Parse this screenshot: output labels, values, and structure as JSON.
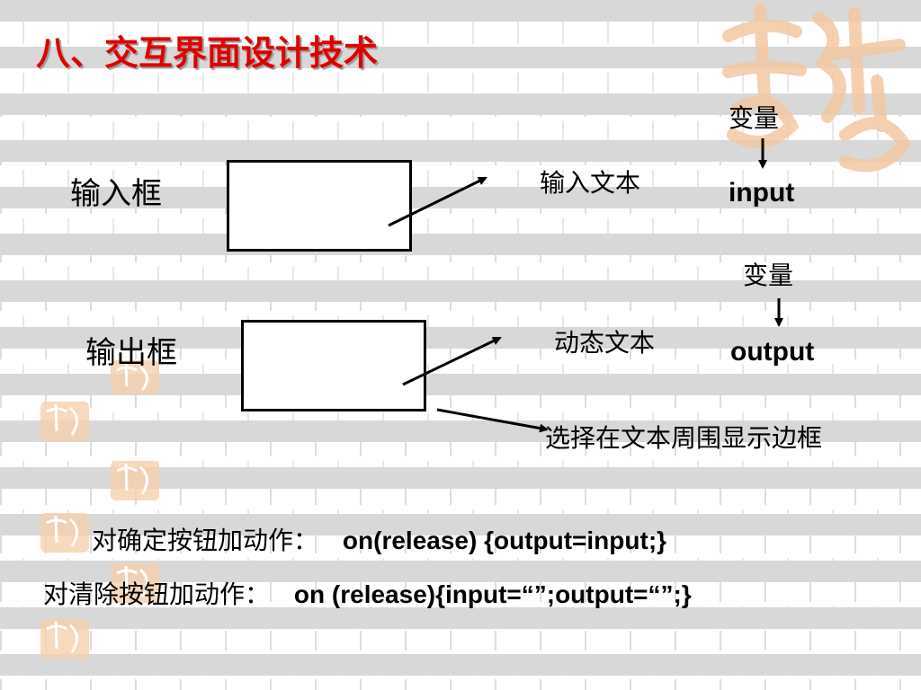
{
  "slide": {
    "title": "八、交互界面设计技术",
    "input_box_label": "输入框",
    "output_box_label": "输出框",
    "input_text_type": "输入文本",
    "dynamic_text_type": "动态文本",
    "variable_label_1": "变量",
    "variable_name_1": "input",
    "variable_label_2": "变量",
    "variable_name_2": "output",
    "border_option": "选择在文本周围显示边框",
    "confirm_action_label": "对确定按钮加动作：",
    "confirm_action_code": "on(release) {output=input;}",
    "clear_action_label": "对清除按钮加动作：",
    "clear_action_code": "on (release){input=“”;output=“”;}"
  },
  "colors": {
    "title": "#e00000",
    "decoration": "#f2c9a8",
    "pattern": "#d8d8d8"
  }
}
